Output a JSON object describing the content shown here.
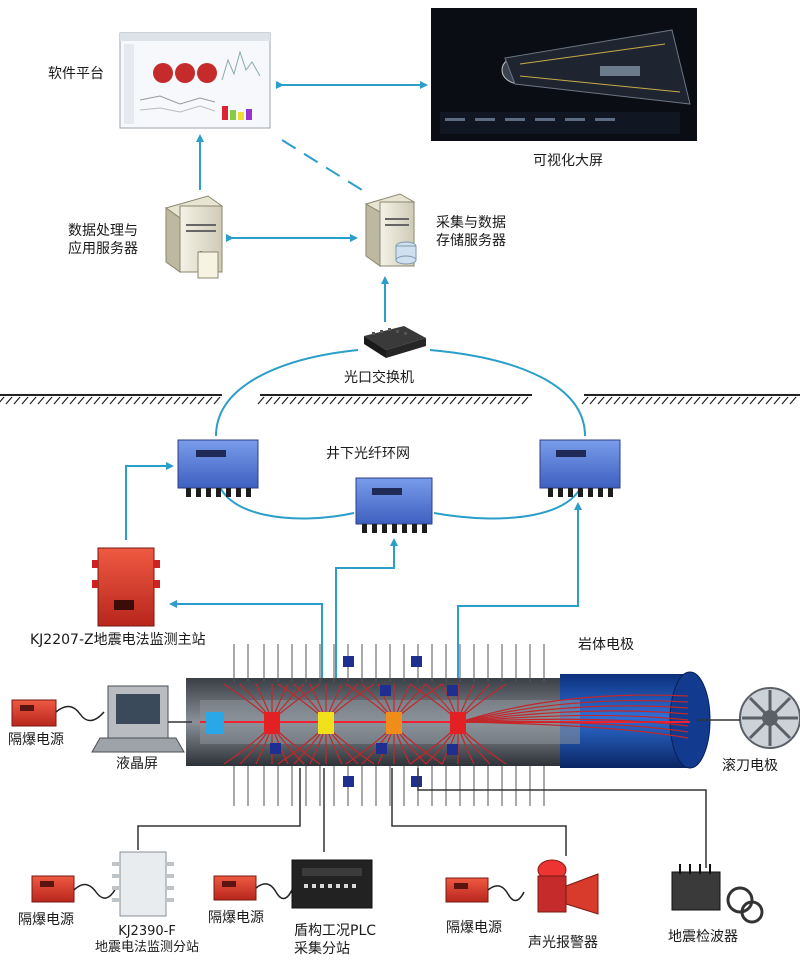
{
  "labels": {
    "software_platform": "软件平台",
    "visual_screen": "可视化大屏",
    "data_server_l1": "数据处理与",
    "data_server_l2": "应用服务器",
    "storage_server_l1": "采集与数据",
    "storage_server_l2": "存储服务器",
    "optical_switch": "光口交换机",
    "fiber_ring": "井下光纤环网",
    "main_station": "KJ2207-Z地震电法监测主站",
    "rock_electrode": "岩体电极",
    "power_left": "隔爆电源",
    "lcd": "液晶屏",
    "cutter_electrode": "滚刀电极",
    "power_1": "隔爆电源",
    "sub_station_l1": "KJ2390-F",
    "sub_station_l2": "地震电法监测分站",
    "power_2": "隔爆电源",
    "plc_l1": "盾构工况PLC",
    "plc_l2": "采集分站",
    "power_3": "隔爆电源",
    "alarm": "声光报警器",
    "geophone": "地震检波器"
  },
  "colors": {
    "link": "#2b9ec9",
    "switch_box": "#5b7fd6",
    "electrode_line": "#c0282b",
    "station_red": "#d9342b",
    "sensor_blue": "#1f2f8f"
  }
}
